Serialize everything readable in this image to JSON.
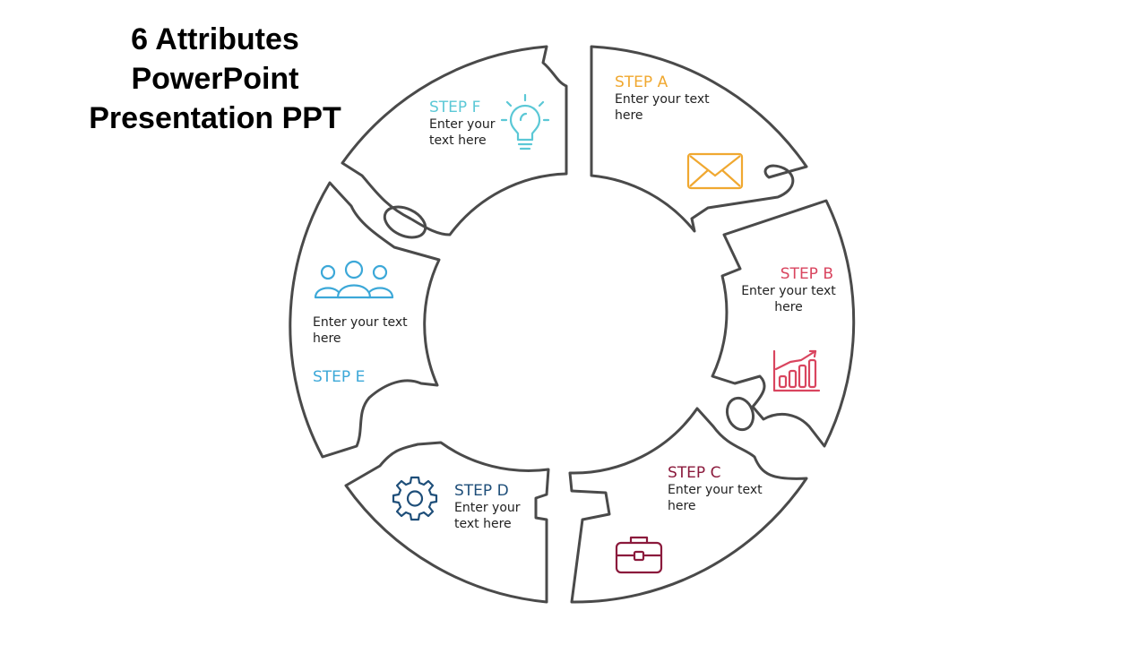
{
  "title": {
    "line1": "6 Attributes",
    "line2": "PowerPoint",
    "line3": "Presentation PPT"
  },
  "colors": {
    "outline": "#4a4a4a",
    "step_a": "#F0A830",
    "step_b": "#D9455F",
    "step_c": "#8B1A3C",
    "step_d": "#1E4E79",
    "step_e": "#3CA8D8",
    "step_f": "#5BC8D6"
  },
  "steps": {
    "a": {
      "label": "STEP A",
      "text": "Enter your text here",
      "icon": "envelope-icon"
    },
    "b": {
      "label": "STEP B",
      "text": "Enter your text here",
      "icon": "growth-chart-icon"
    },
    "c": {
      "label": "STEP C",
      "text": "Enter your text here",
      "icon": "briefcase-icon"
    },
    "d": {
      "label": "STEP D",
      "text": "Enter your text here",
      "icon": "gear-icon"
    },
    "e": {
      "label": "STEP E",
      "text": "Enter your text here",
      "icon": "team-icon"
    },
    "f": {
      "label": "STEP F",
      "text": "Enter your text here",
      "icon": "lightbulb-icon"
    }
  }
}
